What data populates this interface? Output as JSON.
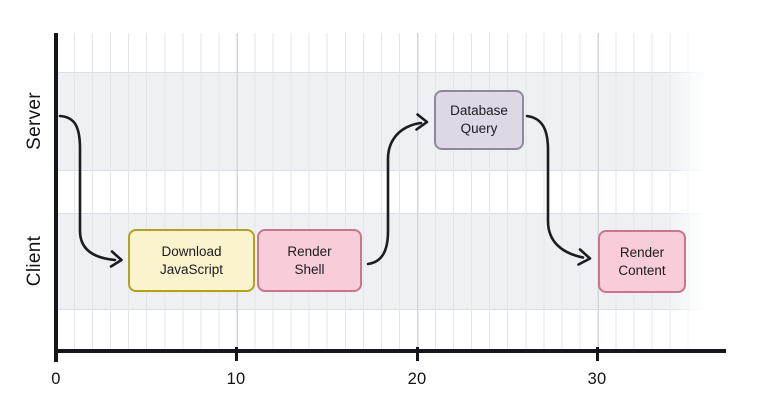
{
  "lanes": [
    {
      "id": "server",
      "label": "Server"
    },
    {
      "id": "client",
      "label": "Client"
    }
  ],
  "axis": {
    "orientation": "horizontal",
    "range": [
      0,
      37
    ],
    "ticks": [
      "0",
      "10",
      "20",
      "30"
    ],
    "tick_values": [
      0,
      10,
      20,
      30
    ]
  },
  "nodes": [
    {
      "id": "download-javascript",
      "label": "Download\nJavaScript",
      "lane": "Client",
      "start": 4,
      "end": 11,
      "fill": "#fbf3cd",
      "border": "#b3a11f"
    },
    {
      "id": "render-shell",
      "label": "Render\nShell",
      "lane": "Client",
      "start": 11,
      "end": 17,
      "fill": "#f8ccd8",
      "border": "#c9758c"
    },
    {
      "id": "database-query",
      "label": "Database\nQuery",
      "lane": "Server",
      "start": 21,
      "end": 26,
      "fill": "#ddd8e3",
      "border": "#8f879c"
    },
    {
      "id": "render-content",
      "label": "Render\nContent",
      "lane": "Client",
      "start": 30,
      "end": 35,
      "fill": "#f8ccd8",
      "border": "#c9758c"
    }
  ],
  "arrows": [
    {
      "from": "server-timeline-start",
      "to": "download-javascript"
    },
    {
      "from": "render-shell",
      "to": "database-query"
    },
    {
      "from": "database-query",
      "to": "render-content"
    }
  ],
  "colors": {
    "background": "#ffffff",
    "lane_band": "#eef0f4",
    "grid_minor": "#e4e6ec",
    "grid_major": "#d3d6de",
    "axis": "#14161a",
    "arrow": "#1b1d21",
    "text": "#111318"
  },
  "chart_data": {
    "type": "gantt-flow",
    "title": "",
    "xlabel": "",
    "ylabel": "",
    "xlim": [
      0,
      37
    ],
    "x_ticks": [
      0,
      10,
      20,
      30
    ],
    "lanes": [
      "Server",
      "Client"
    ],
    "tasks": [
      {
        "name": "Download JavaScript",
        "lane": "Client",
        "start": 4,
        "end": 11
      },
      {
        "name": "Render Shell",
        "lane": "Client",
        "start": 11,
        "end": 17
      },
      {
        "name": "Database Query",
        "lane": "Server",
        "start": 21,
        "end": 26
      },
      {
        "name": "Render Content",
        "lane": "Client",
        "start": 30,
        "end": 35
      }
    ],
    "flow": [
      "Server start → Download JavaScript",
      "Render Shell → Database Query",
      "Database Query → Render Content"
    ],
    "grid": "vertical minor every 1 unit, major every 10 units",
    "legend": "none"
  }
}
